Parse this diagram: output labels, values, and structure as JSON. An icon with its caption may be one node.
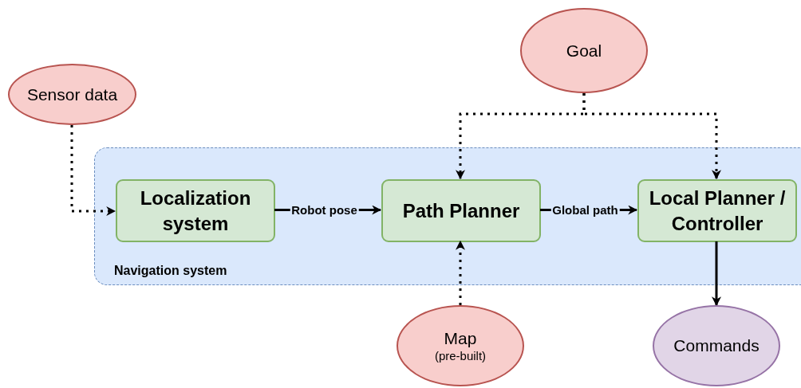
{
  "diagram": {
    "nodes": [
      {
        "text": [
          "Sensor data"
        ]
      },
      {
        "text": [
          "Goal"
        ]
      },
      {
        "text": [
          "Navigation system"
        ]
      },
      {
        "text": [
          "Localization system"
        ],
        "in": 2
      },
      {
        "text": [
          "Path Planner"
        ],
        "in": 2
      },
      {
        "text": [
          "Local Planner / Controller"
        ],
        "in": 2
      },
      {
        "text": [
          "Map",
          "(pre-built)"
        ]
      },
      {
        "text": [
          "Commands"
        ]
      }
    ],
    "edges": [
      {
        "from": 0,
        "to": 3,
        "arrow": "to",
        "style": "dashed"
      },
      {
        "from": 1,
        "to": 4,
        "arrow": "to",
        "style": "dashed"
      },
      {
        "from": 1,
        "to": 5,
        "arrow": "to",
        "style": "dashed"
      },
      {
        "from": 3,
        "to": 4,
        "arrow": "to",
        "label": "Robot pose"
      },
      {
        "from": 4,
        "to": 5,
        "arrow": "to",
        "label": "Global path"
      },
      {
        "from": 6,
        "to": 4,
        "arrow": "to",
        "style": "dashed"
      },
      {
        "from": 5,
        "to": 7,
        "arrow": "to"
      }
    ]
  }
}
